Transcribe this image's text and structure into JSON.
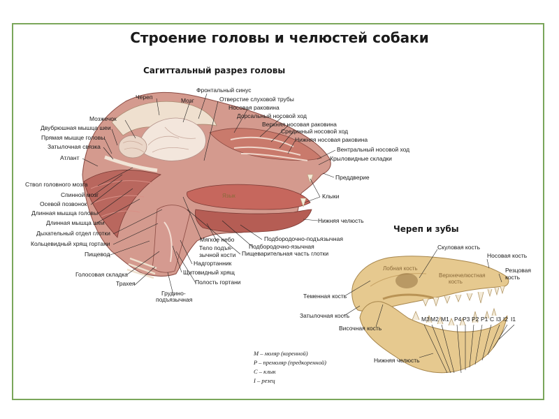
{
  "title": "Строение головы и челюстей собаки",
  "section_head": "Сагиттальный разрез головы",
  "section_skull": "Череп и зубы",
  "head_labels": {
    "cherep": "Череп",
    "mozg": "Мозг",
    "frontal_sinus": "Фронтальный синус",
    "auditory_tube": "Отверстие слуховой трубы",
    "nasal_concha": "Носовая раковина",
    "cerebellum": "Мозжечок",
    "dorsal_meatus": "Дорсальный носовой ход",
    "digastric": "Двубрюшная мышца шеи",
    "upper_concha": "Верхняя носовая раковина",
    "rectus_capitis": "Прямая мышце головы",
    "middle_meatus": "Срединный носовой ход",
    "nuchal_lig": "Затылочная связка",
    "lower_concha": "Нижняя носовая раковина",
    "atlas": "Атлант",
    "ventral_meatus": "Вентральный носовой ход",
    "alar_folds": "Крыловидные складки",
    "brainstem": "Ствол головного мозга",
    "vestibule": "Преддверие",
    "spinal_cord": "Спинной мозг",
    "canines": "Клыки",
    "axis": "Осевой позвонок",
    "longus_capitis": "Длинная мышца головы",
    "mandible": "Нижняя челюсть",
    "longus_colli": "Длинная мышца шеи",
    "resp_pharynx": "Дыхательный отдел глотки",
    "geniohyoid": "Подбородочно-подъязычная",
    "cricoid_muscle": "Кольцевидный хрящ гортани",
    "soft_palate": "Мягкое небо",
    "genioglossus": "Подбородочно-язычная",
    "hyoid_body_1": "Тело подъя-",
    "hyoid_body_2": "зычной кости",
    "digestive_pharynx": "Пищеварительная часть глотки",
    "esophagus": "Пищевод",
    "epiglottis": "Надгортанник",
    "vocal_fold": "Голосовая складка",
    "thyroid_cart": "Щитовидный хрящ",
    "trachea": "Трахея",
    "larynx_cavity": "Полость гортани",
    "sternohyoid_1": "Грудино-",
    "sternohyoid_2": "подъязычная",
    "tongue": "Язык"
  },
  "skull_labels": {
    "zygomatic": "Скуловая кость",
    "nasal_bone": "Носовая кость",
    "frontal_bone": "Лобная кость",
    "maxilla_1": "Верхнечелюстная",
    "maxilla_2": "кость",
    "incisive_1": "Резцовая",
    "incisive_2": "кость",
    "parietal": "Теменная кость",
    "occipital": "Затылочная кость",
    "temporal": "Височная кость",
    "lower_jaw": "Нижняя челюсть"
  },
  "teeth": [
    "M3",
    "M2",
    "M1",
    "P4",
    "P3",
    "P2",
    "P1",
    "C",
    "I3",
    "I2",
    "I1"
  ],
  "legend": [
    "M – моляр (коренной)",
    "P – премоляр (предкоренной)",
    "C – клык",
    "I – резец"
  ],
  "colors": {
    "frame": "#7aa65a",
    "tissue": "#c98a80",
    "muscle": "#b9675e",
    "bone": "#e8cf9a",
    "brain": "#f2e3d8"
  }
}
